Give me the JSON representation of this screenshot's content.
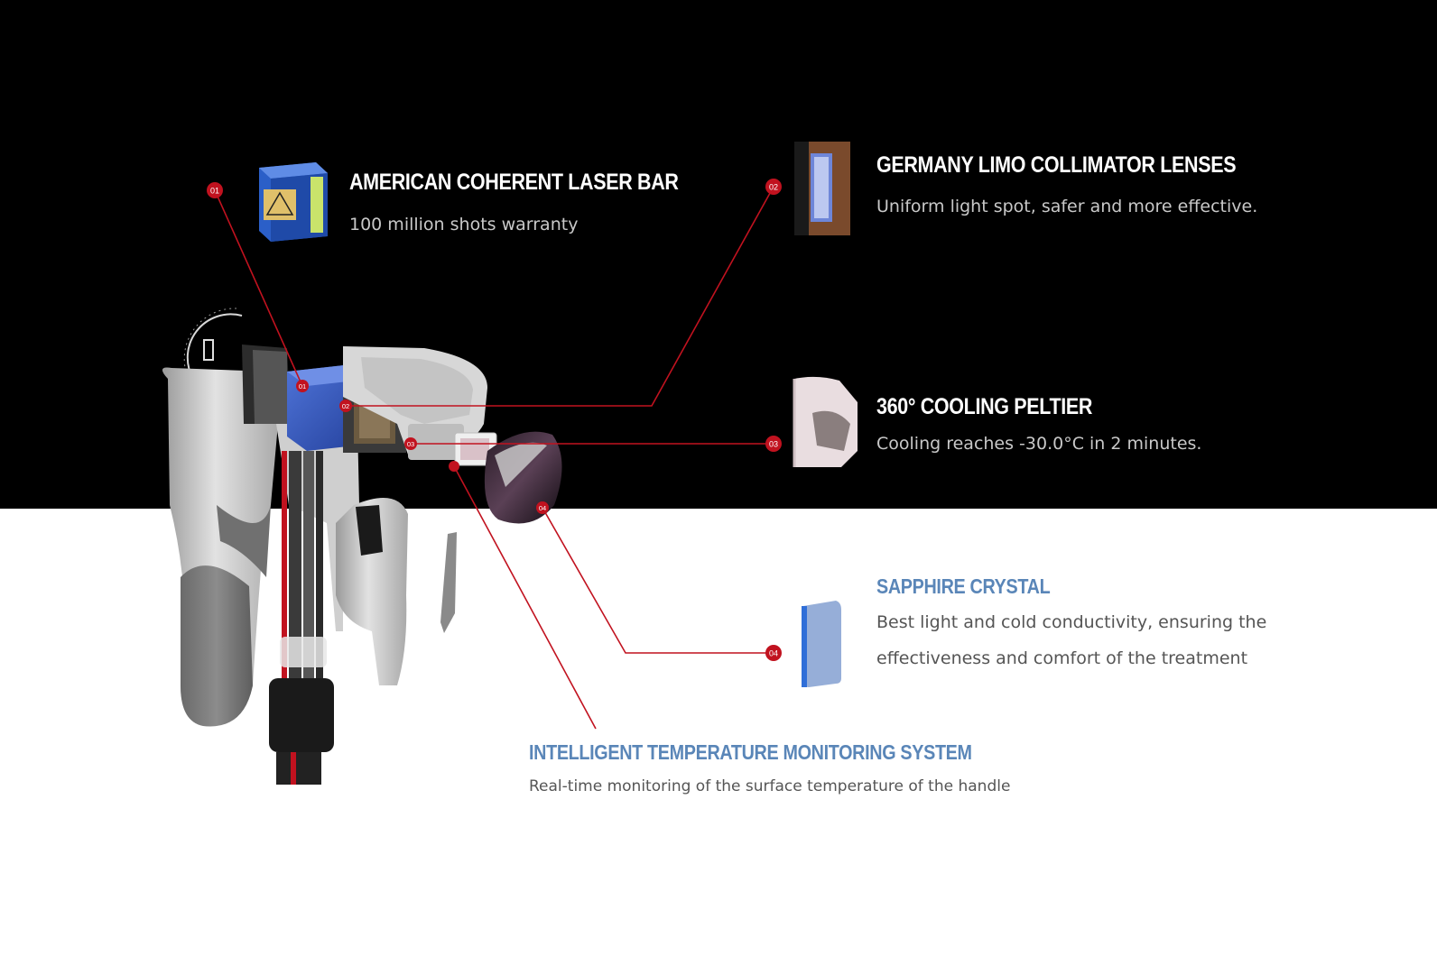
{
  "features": [
    {
      "id": "laser-bar",
      "number": "01",
      "title": "AMERICAN COHERENT LASER BAR",
      "description": [
        "100 million shots warranty"
      ]
    },
    {
      "id": "collimator",
      "number": "02",
      "title": "GERMANY LIMO COLLIMATOR LENSES",
      "description": [
        "Uniform light spot, safer and more effective."
      ]
    },
    {
      "id": "peltier",
      "number": "03",
      "title": "360° COOLING PELTIER",
      "description": [
        "Cooling reaches -30.0°C in 2 minutes."
      ]
    },
    {
      "id": "sapphire",
      "number": "04",
      "title": "SAPPHIRE CRYSTAL",
      "description": [
        "Best light and cold conductivity, ensuring the",
        "effectiveness and comfort of the treatment"
      ]
    },
    {
      "id": "temperature",
      "number": "",
      "title": "INTELLIGENT TEMPERATURE MONITORING SYSTEM",
      "description": [
        "Real-time monitoring of the surface temperature of the handle"
      ]
    }
  ],
  "colors": {
    "callout_line": "#c1121f",
    "dark_background": "#000000",
    "light_background": "#ffffff",
    "light_title": "#5a86b8"
  },
  "icons": [
    "laser-bar-module-icon",
    "collimator-lens-icon",
    "cooling-peltier-icon",
    "sapphire-crystal-icon",
    "laser-handpiece-illustration"
  ]
}
